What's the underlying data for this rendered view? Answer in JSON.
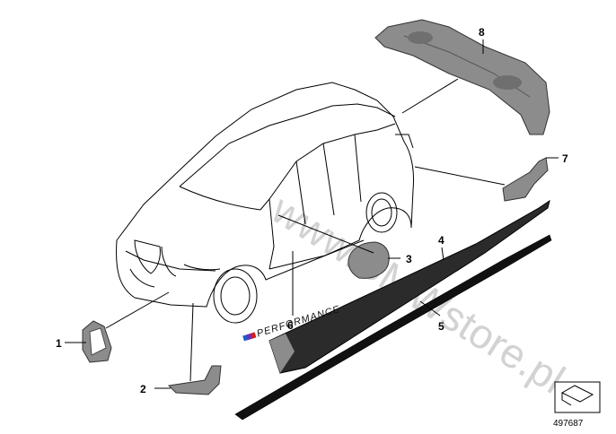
{
  "watermark": "www.BMWstore.pl",
  "badge_text": "PERFORMANCE",
  "callouts": [
    "1",
    "2",
    "3",
    "4",
    "5",
    "6",
    "7",
    "8"
  ],
  "reference_number": "497687",
  "colors": {
    "line": "#000000",
    "part_fill": "#8c8c8c",
    "part_dark": "#2b2b2b",
    "watermark": "#d2d2d2"
  }
}
